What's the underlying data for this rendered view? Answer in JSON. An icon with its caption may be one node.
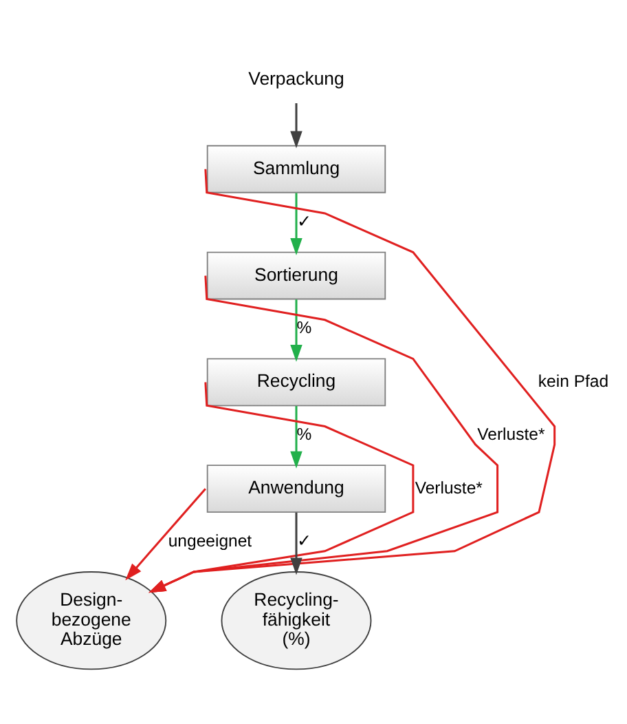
{
  "diagram": {
    "nodes": [
      {
        "text": [
          "Verpackung"
        ]
      },
      {
        "text": [
          "Sammlung"
        ]
      },
      {
        "text": [
          "Sortierung"
        ]
      },
      {
        "text": [
          "Recycling"
        ]
      },
      {
        "text": [
          "Anwendung"
        ]
      },
      {
        "text": [
          "Design- bezogene Abzüge"
        ]
      },
      {
        "text": [
          "Recycling- fähigkeit (%)"
        ]
      }
    ],
    "edges": [
      {
        "from": 0,
        "to": 1,
        "arrow": "to",
        "color": "#404040"
      },
      {
        "from": 1,
        "to": 2,
        "arrow": "to",
        "label": "✓",
        "color": "#22b04b"
      },
      {
        "from": 2,
        "to": 3,
        "arrow": "to",
        "label": "%",
        "color": "#22b04b"
      },
      {
        "from": 3,
        "to": 4,
        "arrow": "to",
        "label": "%",
        "color": "#22b04b"
      },
      {
        "from": 4,
        "to": 6,
        "arrow": "to",
        "label": "✓",
        "color": "#404040"
      },
      {
        "from": 1,
        "to": 5,
        "arrow": "to",
        "label": "kein Pfad"
      },
      {
        "from": 2,
        "to": 5,
        "arrow": "to",
        "label": "Verluste*"
      },
      {
        "from": 3,
        "to": 5,
        "arrow": "to",
        "label": "Verluste*"
      },
      {
        "from": 4,
        "to": 5,
        "arrow": "to",
        "label": "ungeeignet"
      }
    ]
  }
}
